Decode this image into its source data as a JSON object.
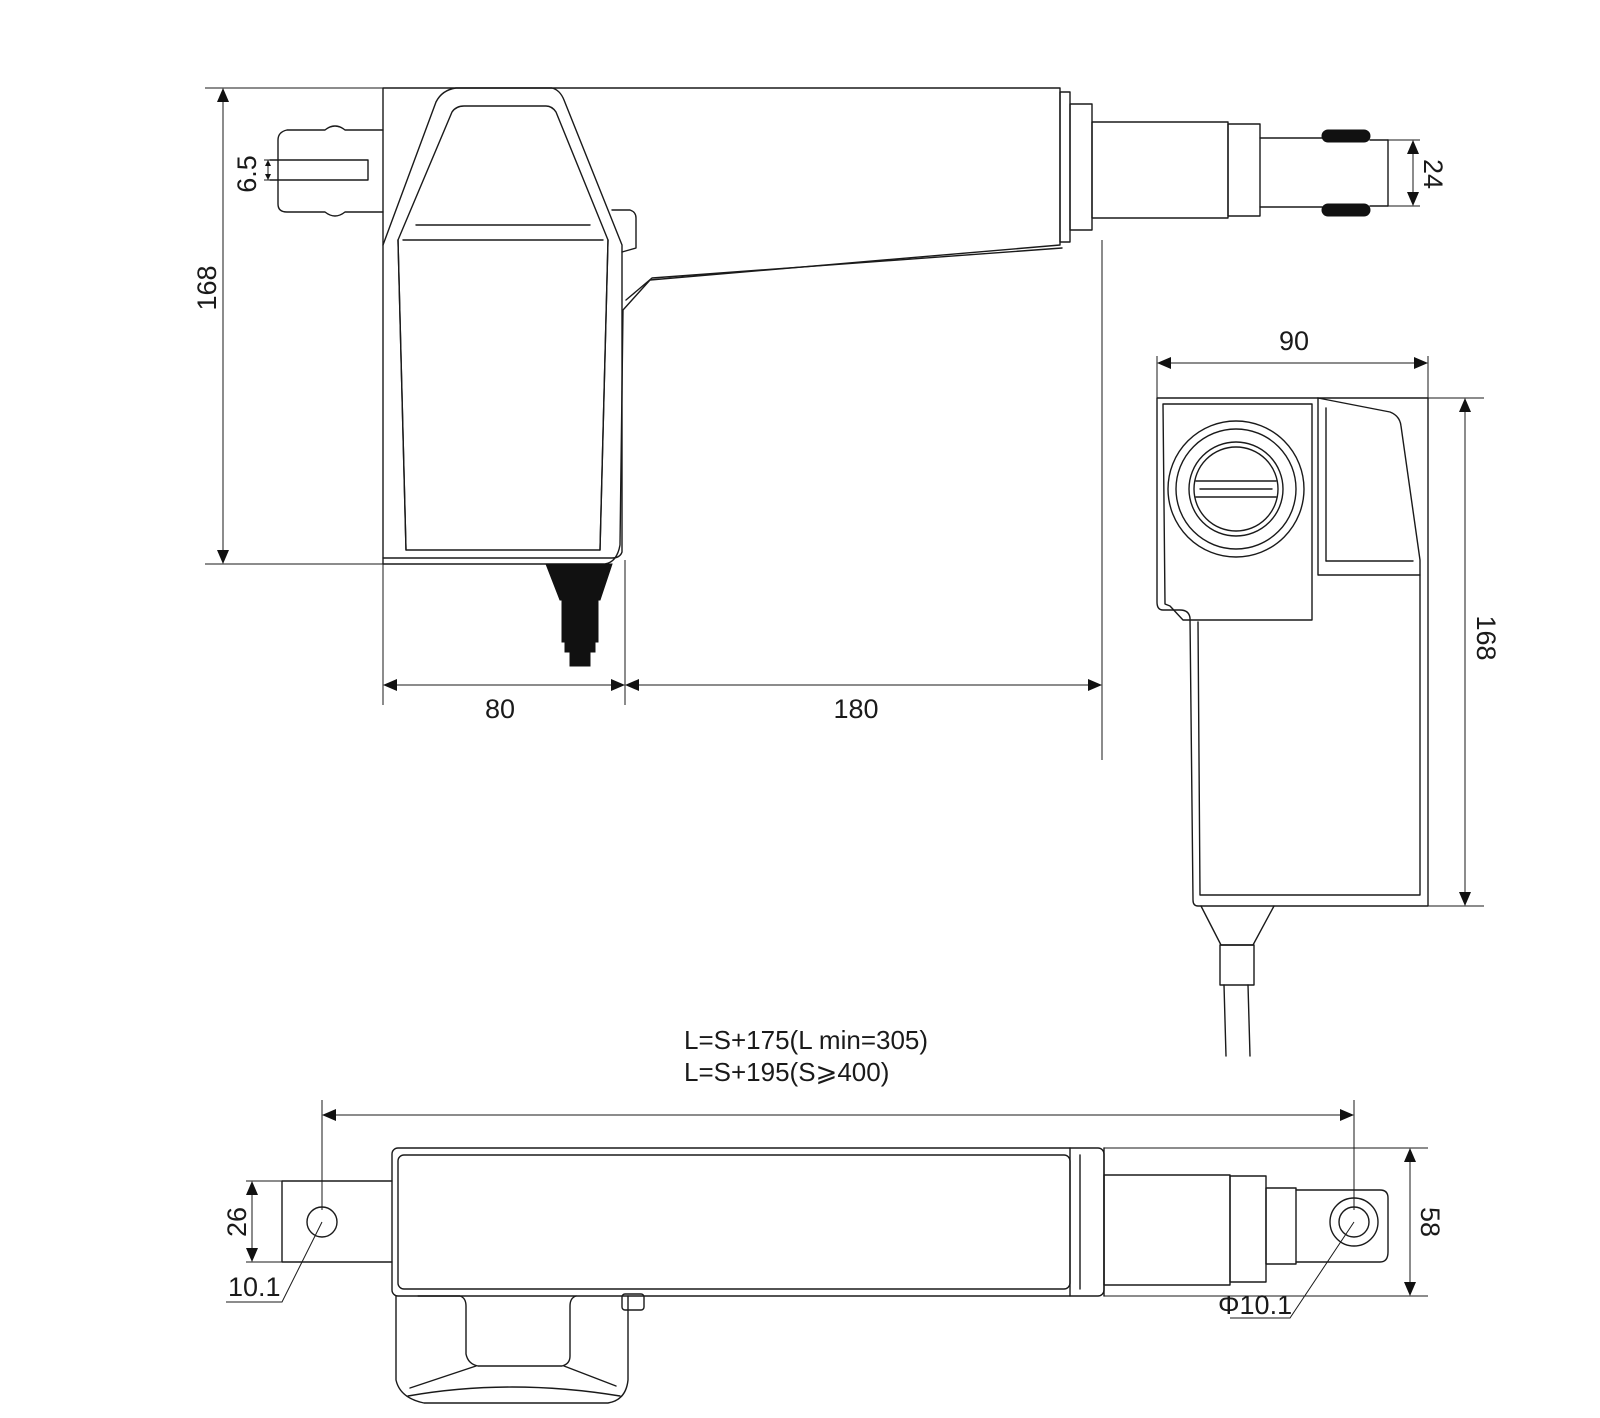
{
  "side_view": {
    "dim_height": "168",
    "dim_slot": "6.5",
    "dim_rod": "24",
    "dim_motor_width": "80",
    "dim_tube_length": "180"
  },
  "end_view": {
    "dim_width": "90",
    "dim_height": "168"
  },
  "top_view": {
    "formula_line1": "L=S+175(L min=305)",
    "formula_line2": "L=S+195(S⩾400)",
    "dim_clevis_height": "26",
    "dim_rear_hole": "10.1",
    "dim_front_hole": "Φ10.1",
    "dim_body_height": "58"
  }
}
